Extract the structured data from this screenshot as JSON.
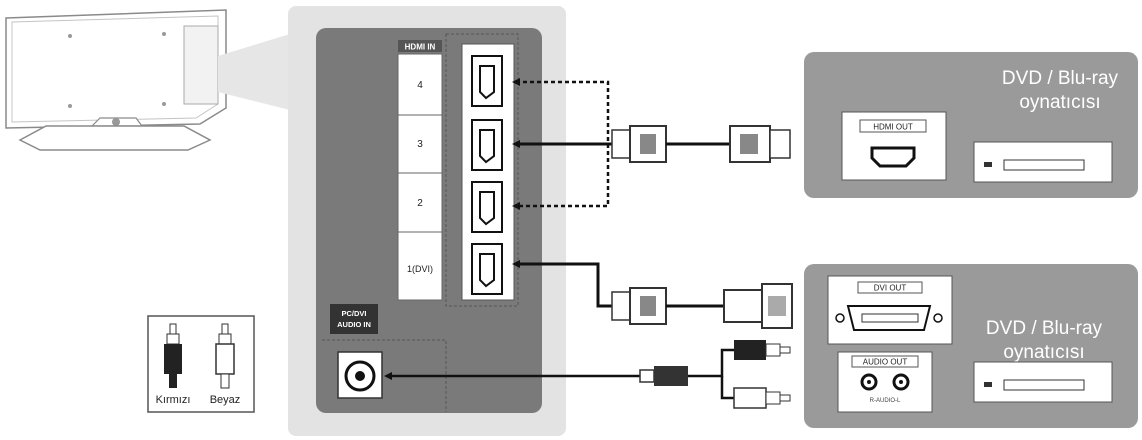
{
  "hdmi_in": {
    "title": "HDMI IN",
    "ports": [
      "4",
      "3",
      "2",
      "1(DVI)"
    ]
  },
  "pc_audio": {
    "title_line1": "PC/DVI",
    "title_line2": "AUDIO IN"
  },
  "device_top": {
    "title_line1": "DVD / Blu-ray",
    "title_line2": "oynatıcısı",
    "port_label": "HDMI OUT"
  },
  "device_bottom": {
    "title_line1": "DVD / Blu-ray",
    "title_line2": "oynatıcısı",
    "dvi_label": "DVI OUT",
    "audio_label": "AUDIO OUT",
    "audio_sub": "R-AUDIO-L"
  },
  "legend": {
    "red_label": "Kırmızı",
    "white_label": "Beyaz"
  },
  "colors": {
    "panel": "#7a7a7a",
    "panel_light": "#e3e3e3",
    "device_box": "#9a9a9a",
    "cable": "#222222"
  }
}
